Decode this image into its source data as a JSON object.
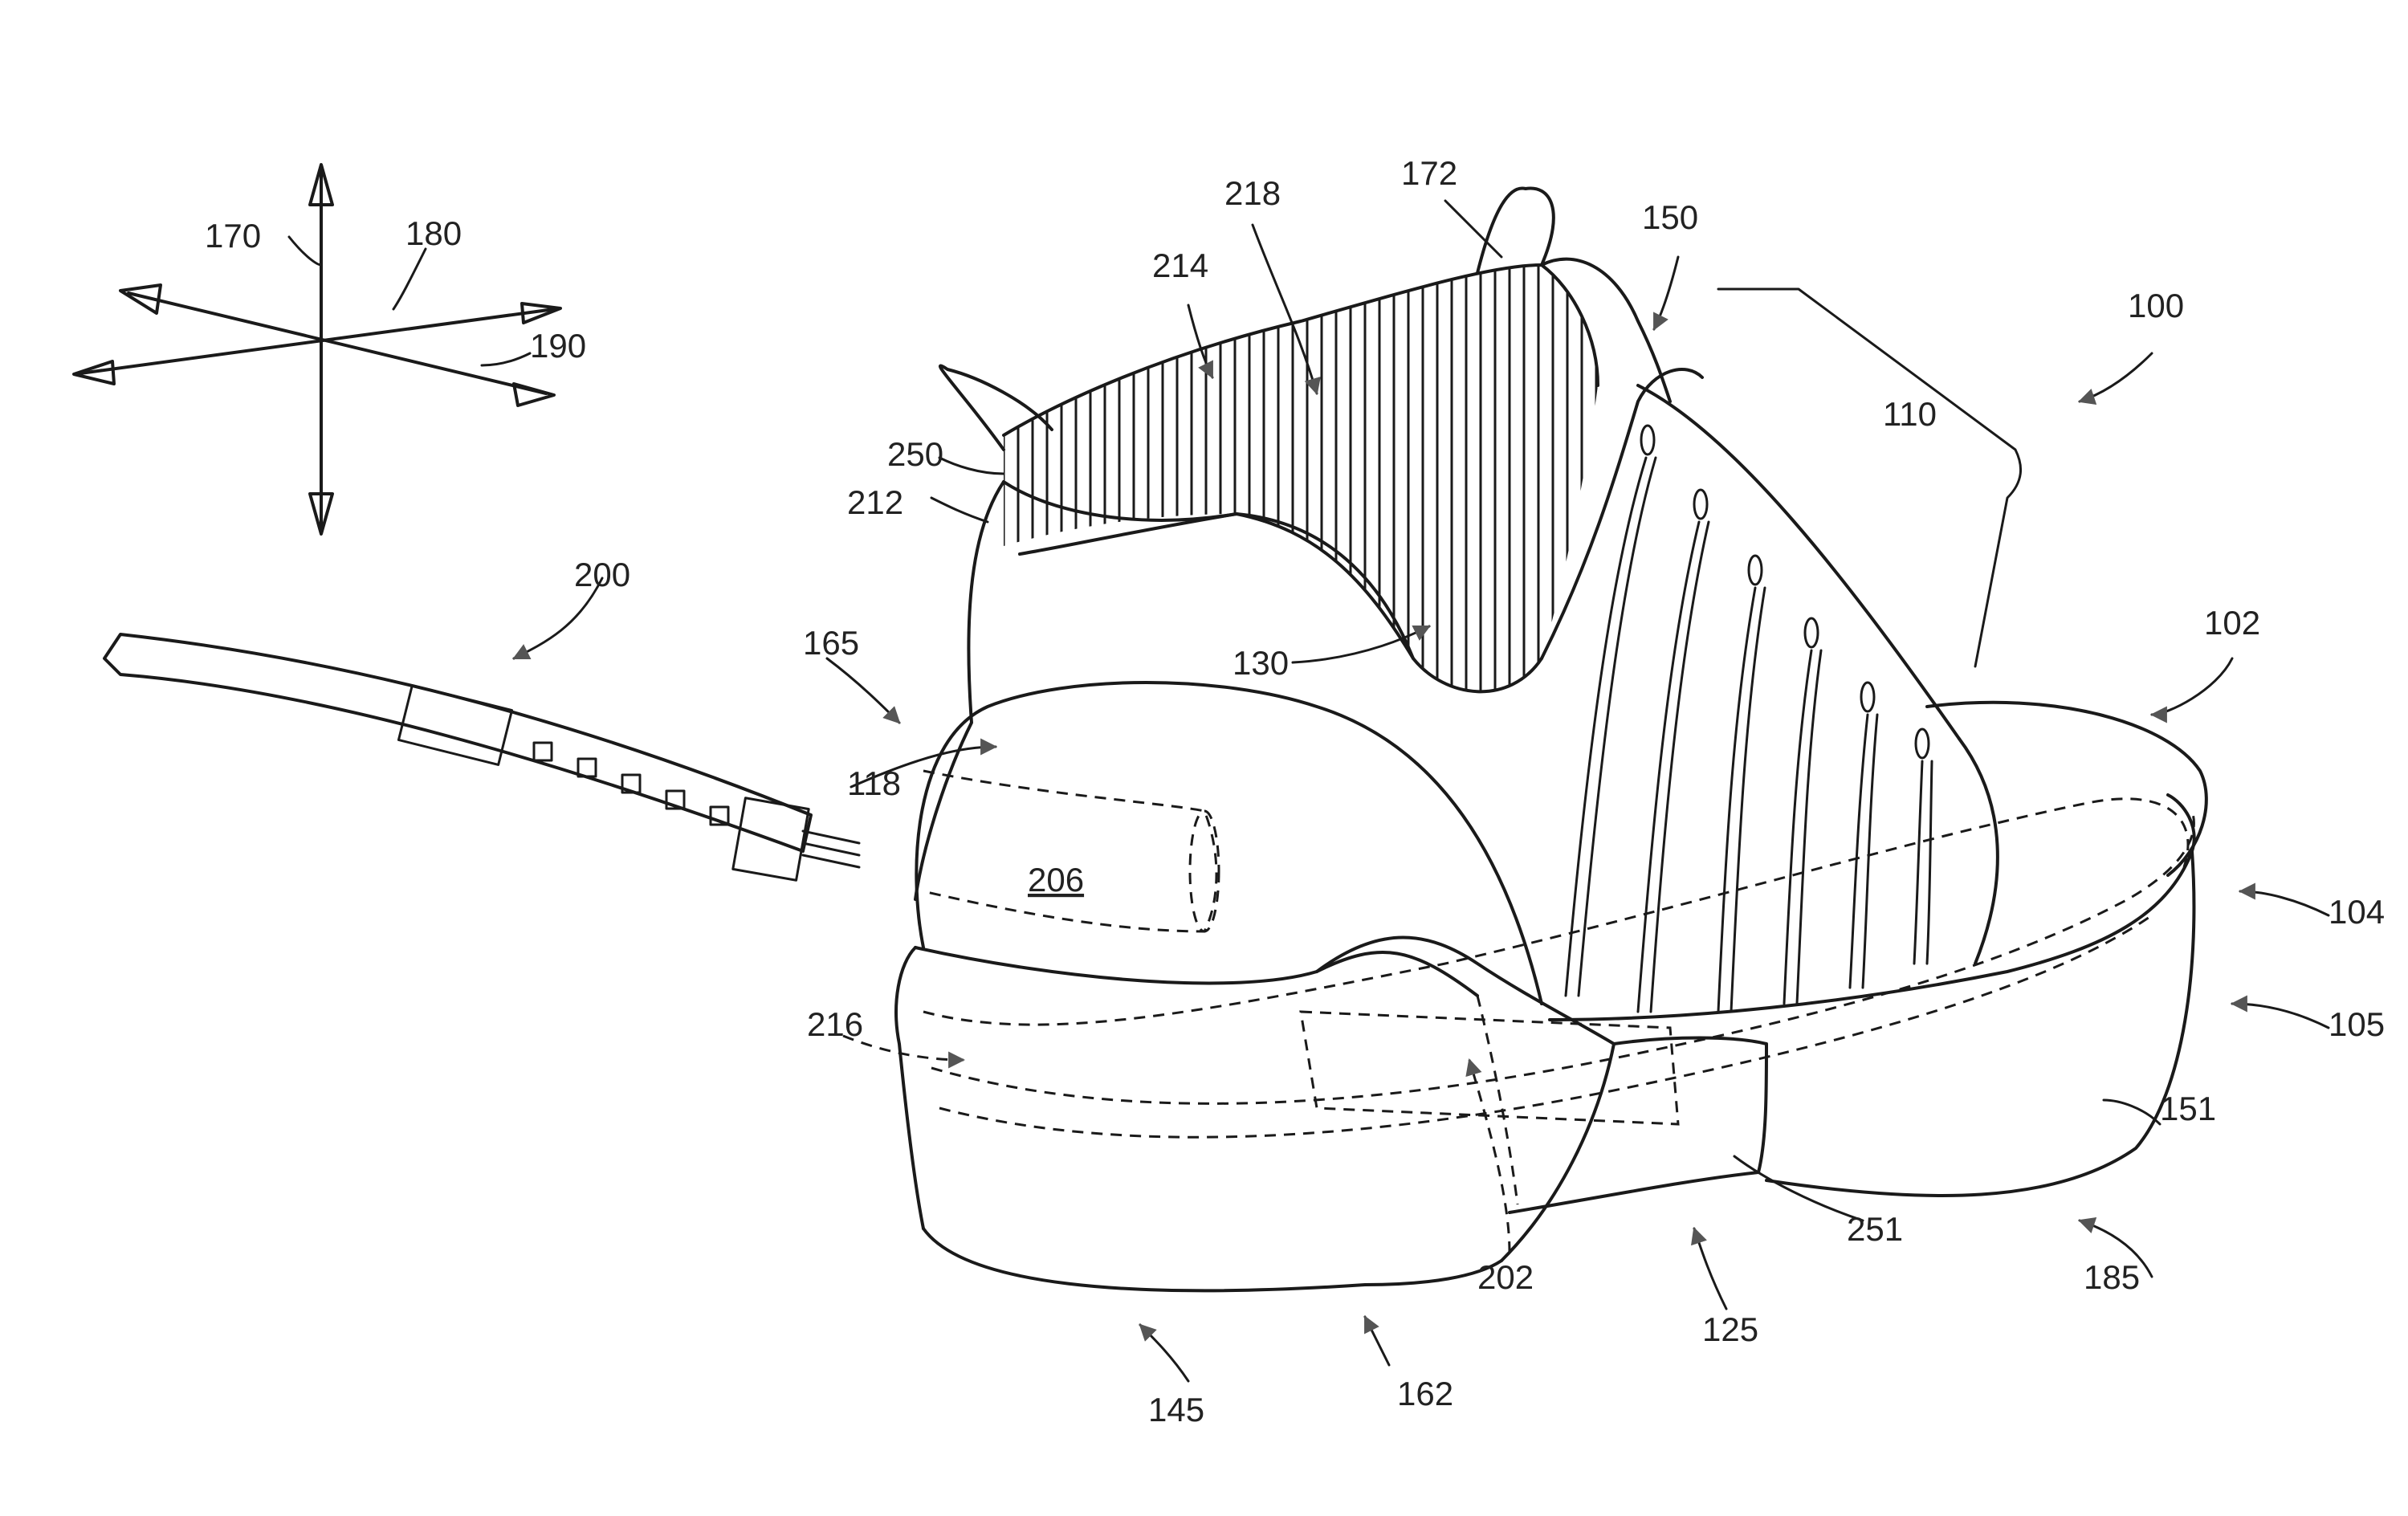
{
  "figure": {
    "reference_numerals": [
      {
        "id": "n100",
        "text": "100"
      },
      {
        "id": "n102",
        "text": "102"
      },
      {
        "id": "n104",
        "text": "104"
      },
      {
        "id": "n105",
        "text": "105"
      },
      {
        "id": "n110",
        "text": "110"
      },
      {
        "id": "n118",
        "text": "118"
      },
      {
        "id": "n125",
        "text": "125"
      },
      {
        "id": "n130",
        "text": "130"
      },
      {
        "id": "n145",
        "text": "145"
      },
      {
        "id": "n150",
        "text": "150"
      },
      {
        "id": "n151",
        "text": "151"
      },
      {
        "id": "n162",
        "text": "162"
      },
      {
        "id": "n165",
        "text": "165"
      },
      {
        "id": "n170",
        "text": "170"
      },
      {
        "id": "n172",
        "text": "172"
      },
      {
        "id": "n180",
        "text": "180"
      },
      {
        "id": "n185",
        "text": "185"
      },
      {
        "id": "n190",
        "text": "190"
      },
      {
        "id": "n200",
        "text": "200"
      },
      {
        "id": "n202",
        "text": "202"
      },
      {
        "id": "n206",
        "text": "206"
      },
      {
        "id": "n212",
        "text": "212"
      },
      {
        "id": "n214",
        "text": "214"
      },
      {
        "id": "n216",
        "text": "216"
      },
      {
        "id": "n218",
        "text": "218"
      },
      {
        "id": "n250",
        "text": "250"
      },
      {
        "id": "n251",
        "text": "251"
      }
    ]
  }
}
